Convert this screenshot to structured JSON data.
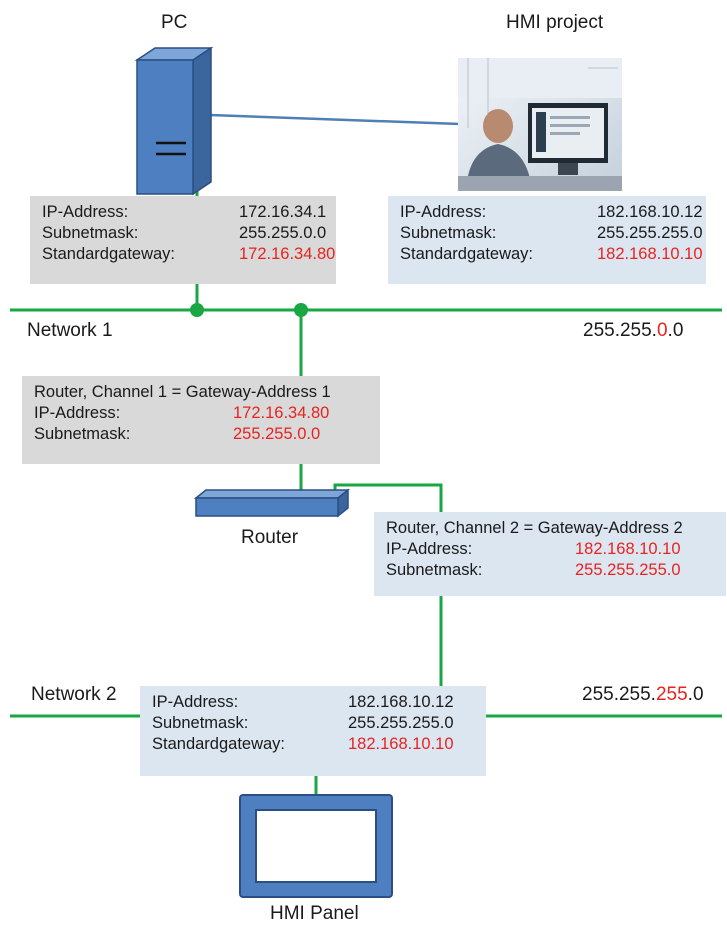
{
  "labels": {
    "pc": "PC",
    "hmi_project": "HMI project",
    "network1": "Network 1",
    "network2": "Network 2",
    "router": "Router",
    "hmi_panel": "HMI Panel"
  },
  "network1_mask": {
    "prefix": "255.255.",
    "highlight": "0",
    "suffix": ".0"
  },
  "network2_mask": {
    "prefix": "255.255.",
    "highlight": "255",
    "suffix": ".0"
  },
  "pc_box": {
    "ip_label": "IP-Address:",
    "ip_value": "172.16.34.1",
    "mask_label": "Subnetmask:",
    "mask_value": "255.255.0.0",
    "gw_label": "Standardgateway:",
    "gw_value": "172.16.34.80"
  },
  "hmi_project_box": {
    "ip_label": "IP-Address:",
    "ip_value": "182.168.10.12",
    "mask_label": "Subnetmask:",
    "mask_value": "255.255.255.0",
    "gw_label": "Standardgateway:",
    "gw_value": "182.168.10.10"
  },
  "router_ch1_box": {
    "title": "Router, Channel 1 = Gateway-Address 1",
    "ip_label": "IP-Address:",
    "ip_value": "172.16.34.80",
    "mask_label": "Subnetmask:",
    "mask_value": "255.255.0.0"
  },
  "router_ch2_box": {
    "title": "Router, Channel 2 = Gateway-Address 2",
    "ip_label": "IP-Address:",
    "ip_value": "182.168.10.10",
    "mask_label": "Subnetmask:",
    "mask_value": "255.255.255.0"
  },
  "hmi_panel_box": {
    "ip_label": "IP-Address:",
    "ip_value": "182.168.10.12",
    "mask_label": "Subnetmask:",
    "mask_value": "255.255.255.0",
    "gw_label": "Standardgateway:",
    "gw_value": "182.168.10.10"
  },
  "colors": {
    "network_line": "#19a743",
    "link_line": "#4f7fb5",
    "device_blue": "#4e7fc0",
    "device_outline": "#2b4f82",
    "highlight_red": "#e8231f",
    "gray_box": "#d9d9d9",
    "blue_box": "#dce6f1"
  },
  "icons": [
    "pc-tower-icon",
    "hmi-project-photo",
    "router-icon",
    "hmi-panel-icon"
  ]
}
